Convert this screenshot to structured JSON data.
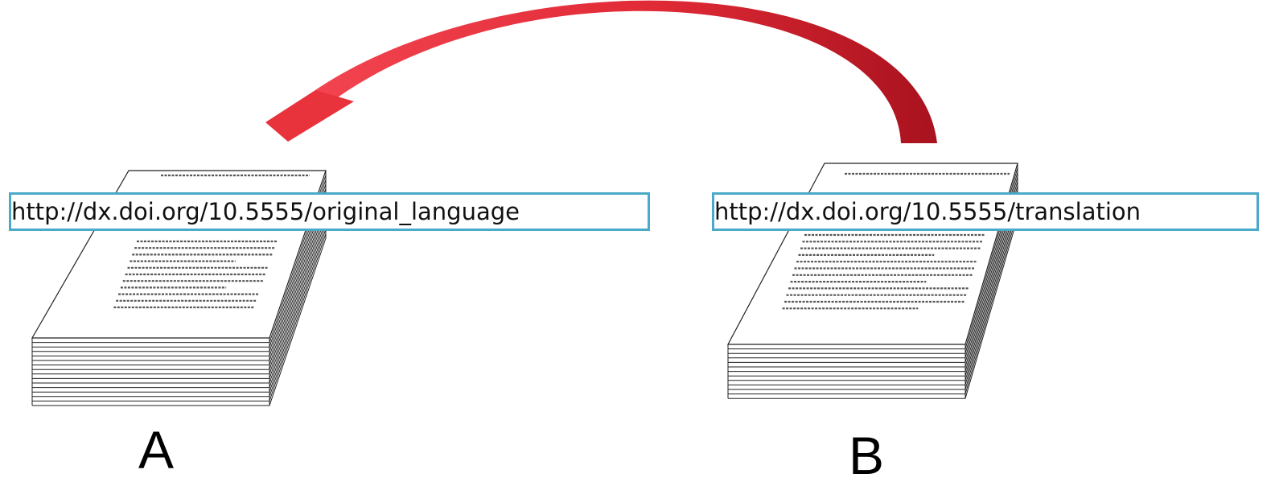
{
  "documents": {
    "original": {
      "url": "http://dx.doi.org/10.5555/original_language",
      "label": "A"
    },
    "translation": {
      "url": "http://dx.doi.org/10.5555/translation",
      "label": "B"
    }
  },
  "arrow": {
    "from": "translation",
    "to": "original",
    "color": "#e8323c"
  },
  "colors": {
    "box_border": "#4aaac8",
    "arrow_light": "#f04048",
    "arrow_dark": "#a01020"
  },
  "icons": [
    "document-stack-icon",
    "curved-arrow-icon"
  ]
}
